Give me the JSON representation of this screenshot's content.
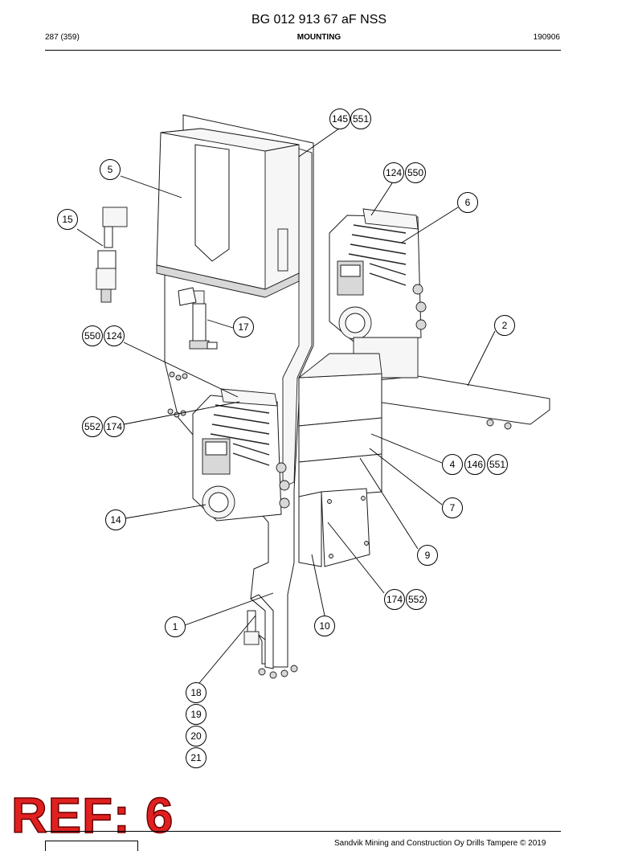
{
  "header": {
    "title": "BG 012 913 67 aF NSS",
    "page": "287 (359)",
    "section": "MOUNTING",
    "date": "190906"
  },
  "footer": {
    "copyright": "Sandvik Mining and Construction Oy Drills Tampere © 2019"
  },
  "stamp": {
    "ref_text": "REF: 6"
  },
  "balloons": {
    "b145": "145",
    "b551a": "551",
    "b5": "5",
    "b124a": "124",
    "b550a": "550",
    "b6": "6",
    "b15": "15",
    "b17": "17",
    "b2": "2",
    "b550b": "550",
    "b124b": "124",
    "b552a": "552",
    "b174a": "174",
    "b4": "4",
    "b146": "146",
    "b551b": "551",
    "b7": "7",
    "b14": "14",
    "b9": "9",
    "b174b": "174",
    "b552b": "552",
    "b1": "1",
    "b10": "10",
    "b18": "18",
    "b19": "19",
    "b20": "20",
    "b21": "21"
  },
  "colors": {
    "stamp": "#e02020",
    "line": "#1a1a1a"
  }
}
